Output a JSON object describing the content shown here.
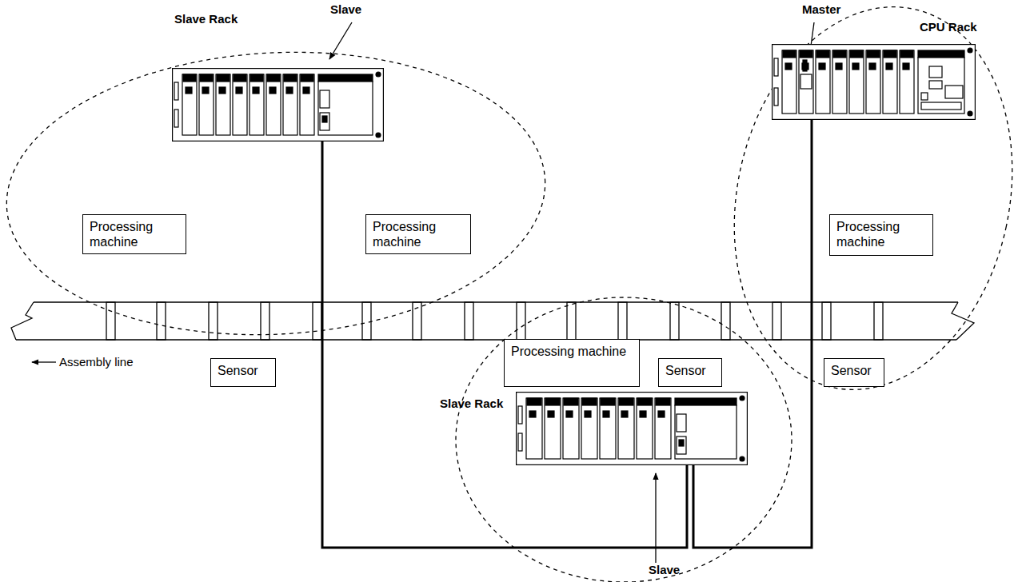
{
  "diagram": {
    "nodes": [
      {
        "text": [
          "Slave Rack",
          "Slave"
        ]
      },
      {
        "text": [
          "Master",
          "CPU Rack"
        ]
      },
      {
        "text": [
          "Processing machine"
        ]
      },
      {
        "text": [
          "Processing machine"
        ]
      },
      {
        "text": [
          "Processing machine"
        ]
      },
      {
        "text": [
          "Sensor"
        ]
      },
      {
        "text": [
          "Processing machine"
        ]
      },
      {
        "text": [
          "Sensor"
        ]
      },
      {
        "text": [
          "Sensor"
        ]
      },
      {
        "text": [
          "Slave Rack",
          "Slave"
        ]
      }
    ],
    "edges": [
      {
        "from": 1,
        "to": 9,
        "arrow": "none"
      },
      {
        "from": 9,
        "to": 0,
        "arrow": "none"
      }
    ],
    "labels": [
      "Assembly line"
    ]
  }
}
